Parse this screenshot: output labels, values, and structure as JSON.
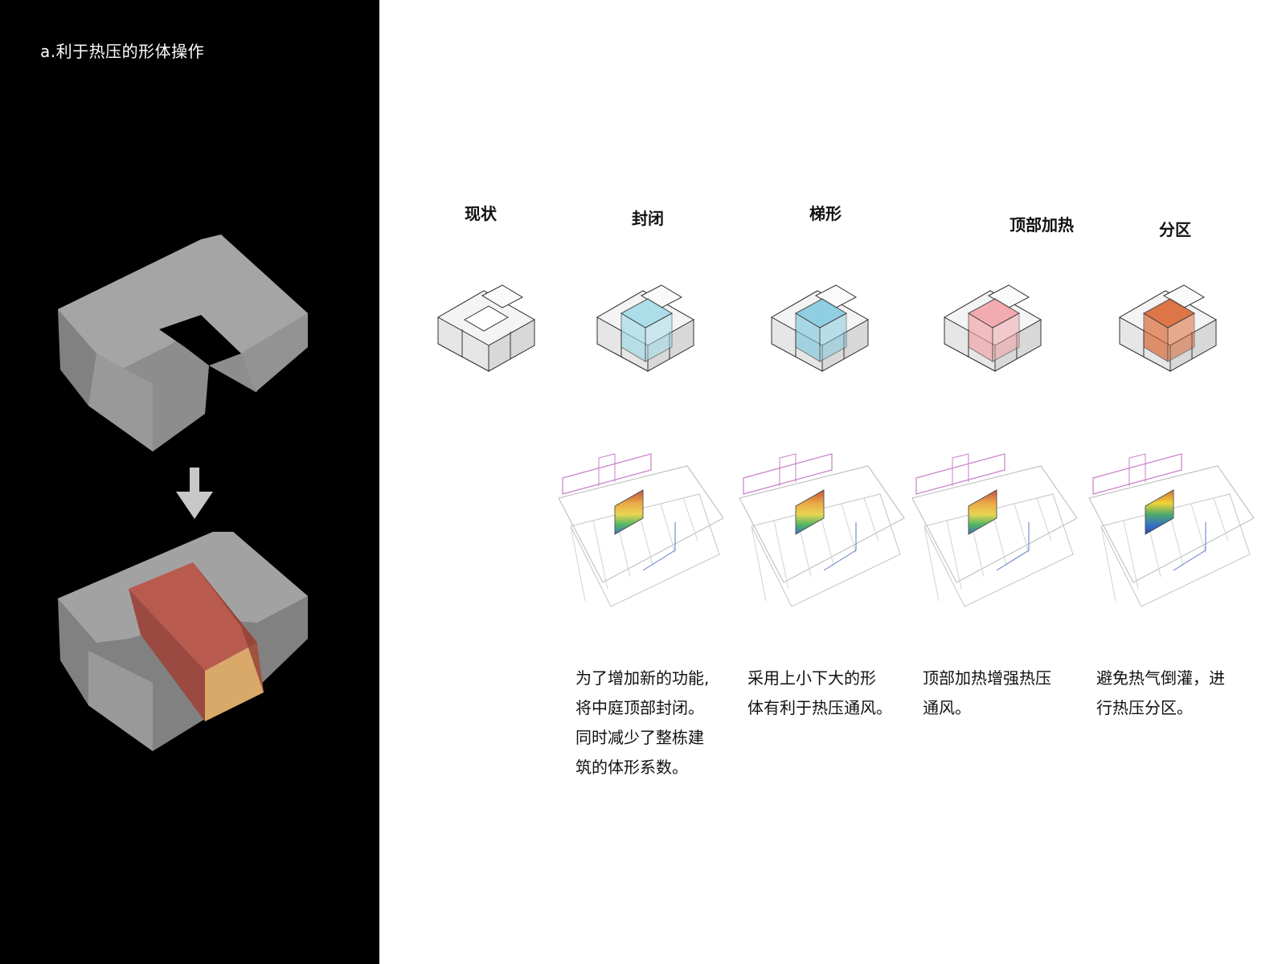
{
  "section_title": "a.利于热压的形体操作",
  "columns": [
    {
      "title": "现状",
      "accent": null
    },
    {
      "title": "封闭",
      "accent": "#9fdbe8"
    },
    {
      "title": "梯形",
      "accent": "#7fc8de"
    },
    {
      "title": "顶部加热",
      "accent": "#f2a0a5"
    },
    {
      "title": "分区",
      "accent": "#d9602a"
    }
  ],
  "descriptions": [
    "为了增加新的功能,\n将中庭顶部封闭。\n同时减少了整栋建\n筑的体形系数。",
    "采用上小下大的形\n体有利于热压通风。",
    "顶部加热增强热压\n通风。",
    "避免热气倒灌，进\n行热压分区。"
  ],
  "colors": {
    "left_background": "#000000",
    "arrow": "#c8c8c8",
    "atrium_top": "#b85a4e",
    "atrium_side": "#d9a96a"
  }
}
